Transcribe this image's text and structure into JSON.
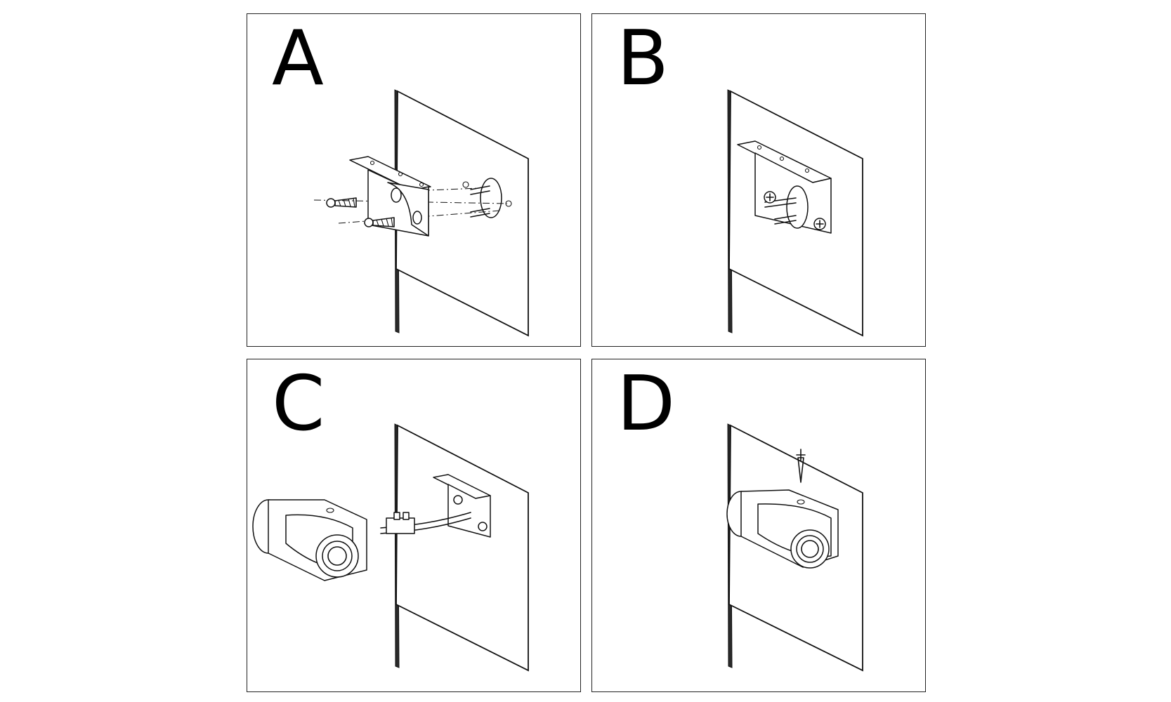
{
  "panels": [
    {
      "letter": "A",
      "step": "attach-bracket"
    },
    {
      "letter": "B",
      "step": "bracket-mounted"
    },
    {
      "letter": "C",
      "step": "connect-wires"
    },
    {
      "letter": "D",
      "step": "fix-lamp"
    }
  ],
  "colors": {
    "ink": "#111111",
    "background": "#ffffff"
  }
}
